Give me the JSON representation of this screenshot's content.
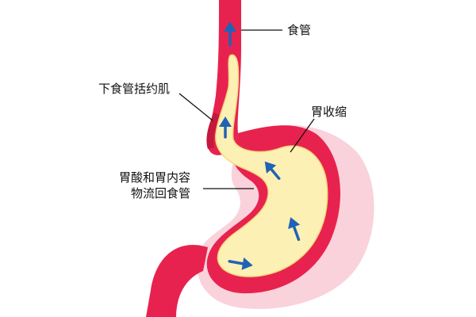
{
  "labels": {
    "esophagus": "食管",
    "lower_sphincter": "下食管括约肌",
    "stomach_contraction": "胃收缩",
    "reflux_line1": "胃酸和胃内容",
    "reflux_line2": "物流回食管"
  },
  "icons": [
    "flow-arrow-icon"
  ],
  "colors": {
    "esophagus_wall": "#e8224e",
    "esophagus_dark": "#c4183d",
    "stomach_outer": "#f16283",
    "stomach_halo": "#f6b7c7",
    "stomach_contents": "#fdf0b4",
    "arrow": "#1f63b5",
    "leader_line": "#111111"
  }
}
